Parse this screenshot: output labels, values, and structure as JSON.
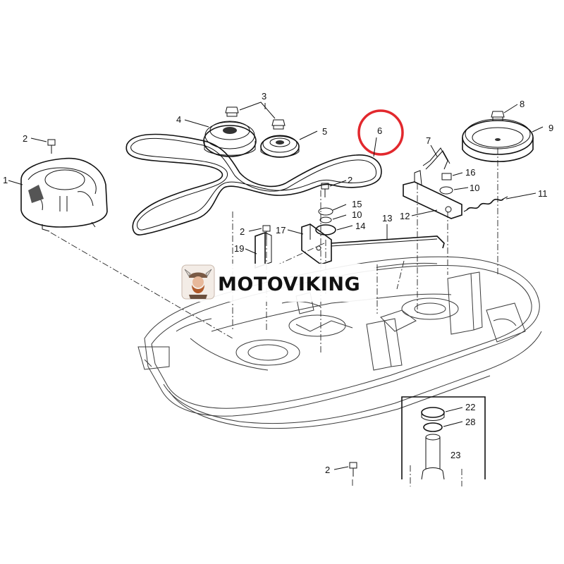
{
  "diagram": {
    "watermark": "MOTOVIKING",
    "highlight_color": "#e2282d",
    "highlighted_callout": "6",
    "callouts": [
      {
        "id": "c1",
        "label": "1"
      },
      {
        "id": "c2a",
        "label": "2"
      },
      {
        "id": "c2b",
        "label": "2"
      },
      {
        "id": "c2c",
        "label": "2"
      },
      {
        "id": "c2d",
        "label": "2"
      },
      {
        "id": "c3",
        "label": "3"
      },
      {
        "id": "c4",
        "label": "4"
      },
      {
        "id": "c5",
        "label": "5"
      },
      {
        "id": "c6",
        "label": "6"
      },
      {
        "id": "c7",
        "label": "7"
      },
      {
        "id": "c8",
        "label": "8"
      },
      {
        "id": "c9",
        "label": "9"
      },
      {
        "id": "c10a",
        "label": "10"
      },
      {
        "id": "c10b",
        "label": "10"
      },
      {
        "id": "c11",
        "label": "11"
      },
      {
        "id": "c12",
        "label": "12"
      },
      {
        "id": "c13",
        "label": "13"
      },
      {
        "id": "c14",
        "label": "14"
      },
      {
        "id": "c15",
        "label": "15"
      },
      {
        "id": "c16",
        "label": "16"
      },
      {
        "id": "c17",
        "label": "17"
      },
      {
        "id": "c19",
        "label": "19"
      },
      {
        "id": "c22",
        "label": "22"
      },
      {
        "id": "c23",
        "label": "23"
      },
      {
        "id": "c28",
        "label": "28"
      }
    ]
  }
}
